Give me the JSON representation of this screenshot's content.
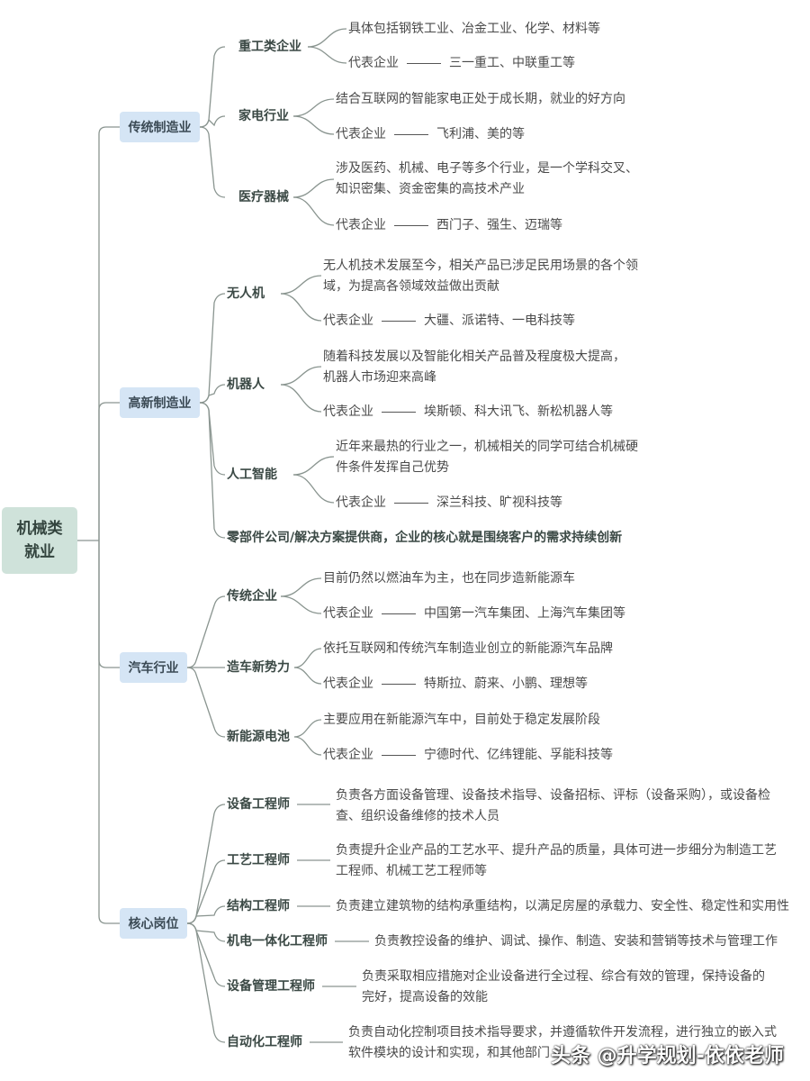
{
  "root": {
    "line1": "机械类",
    "line2": "就业"
  },
  "rep_label": "代表企业",
  "categories": [
    {
      "label": "传统制造业",
      "children": [
        {
          "label": "重工类企业",
          "desc": [
            "具体包括钢铁工业、冶金工业、化学、材料等"
          ],
          "companies": "三一重工、中联重工等"
        },
        {
          "label": "家电行业",
          "desc": [
            "结合互联网的智能家电正处于成长期，就业的好方向"
          ],
          "companies": "飞利浦、美的等"
        },
        {
          "label": "医疗器械",
          "desc": [
            "涉及医药、机械、电子等多个行业，是一个学科交叉、",
            "知识密集、资金密集的高技术产业"
          ],
          "companies": "西门子、强生、迈瑞等"
        }
      ]
    },
    {
      "label": "高新制造业",
      "children": [
        {
          "label": "无人机",
          "desc": [
            "无人机技术发展至今，相关产品已涉足民用场景的各个领",
            "域，为提高各领域效益做出贡献"
          ],
          "companies": "大疆、派诺特、一电科技等"
        },
        {
          "label": "机器人",
          "desc": [
            "随着科技发展以及智能化相关产品普及程度极大提高，",
            "机器人市场迎来高峰"
          ],
          "companies": "埃斯顿、科大讯飞、新松机器人等"
        },
        {
          "label": "人工智能",
          "desc": [
            "近年来最热的行业之一，机械相关的同学可结合机械硬",
            "件条件发挥自己优势"
          ],
          "companies": "深兰科技、旷视科技等"
        },
        {
          "label": "零部件公司/解决方案提供商，企业的核心就是围绕客户的需求持续创新"
        }
      ]
    },
    {
      "label": "汽车行业",
      "children": [
        {
          "label": "传统企业",
          "desc": [
            "目前仍然以燃油车为主，也在同步造新能源车"
          ],
          "companies": "中国第一汽车集团、上海汽车集团等"
        },
        {
          "label": "造车新势力",
          "desc": [
            "依托互联网和传统汽车制造业创立的新能源汽车品牌"
          ],
          "companies": "特斯拉、蔚来、小鹏、理想等"
        },
        {
          "label": "新能源电池",
          "desc": [
            "主要应用在新能源汽车中，目前处于稳定发展阶段"
          ],
          "companies": "宁德时代、亿纬锂能、孚能科技等"
        }
      ]
    },
    {
      "label": "核心岗位",
      "children": [
        {
          "label": "设备工程师",
          "desc": [
            "负责各方面设备管理、设备技术指导、设备招标、评标（设备采购），或设备检",
            "查、组织设备维修的技术人员"
          ]
        },
        {
          "label": "工艺工程师",
          "desc": [
            "负责提升企业产品的工艺水平、提升产品的质量，具体可进一步细分为制造工艺",
            "工程师、机械工艺工程师等"
          ]
        },
        {
          "label": "结构工程师",
          "desc": [
            "负责建立建筑物的结构承重结构，以满足房屋的承载力、安全性、稳定性和实用性"
          ]
        },
        {
          "label": "机电一体化工程师",
          "desc": [
            "负责教控设备的维护、调试、操作、制造、安装和营销等技术与管理工作"
          ]
        },
        {
          "label": "设备管理工程师",
          "desc": [
            "负责采取相应措施对企业设备进行全过程、综合有效的管理，保持设备的",
            "完好，提高设备的效能"
          ]
        },
        {
          "label": "自动化工程师",
          "desc": [
            "负责自动化控制项目技术指导要求，并遵循软件开发流程，进行独立的嵌入式",
            "软件模块的设计和实现，和其他部门"
          ]
        }
      ]
    }
  ],
  "watermark": "头条 @升学规划-依依老师",
  "colors": {
    "root_bg": "#cfe2da",
    "category_bg": "#d5e5f5",
    "line": "#8a9590"
  }
}
